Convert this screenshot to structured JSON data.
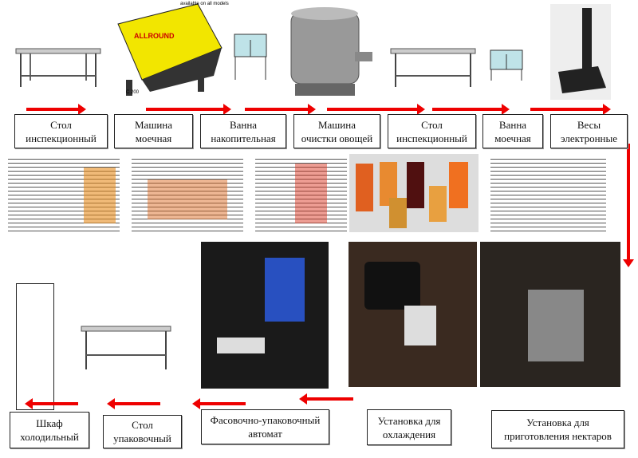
{
  "top_row": [
    {
      "label_line1": "Стол",
      "label_line2": "инспекционный"
    },
    {
      "label_line1": "Машина",
      "label_line2": "моечная"
    },
    {
      "label_line1": "Ванна",
      "label_line2": "накопительная"
    },
    {
      "label_line1": "Машина",
      "label_line2": "очистки овощей"
    },
    {
      "label_line1": "Стол",
      "label_line2": "инспекционный"
    },
    {
      "label_line1": "Ванна",
      "label_line2": "моечная"
    },
    {
      "label_line1": "Весы",
      "label_line2": "электронные"
    }
  ],
  "bottom_row": [
    {
      "label_line1": "Шкаф",
      "label_line2": "холодильный"
    },
    {
      "label_line1": "Стол",
      "label_line2": "упаковочный"
    },
    {
      "label_line1": "Фасовочно-упаковочный",
      "label_line2": "автомат"
    },
    {
      "label_line1": "Установка для",
      "label_line2": "охлаждения"
    },
    {
      "label_line1": "Установка для",
      "label_line2": "приготовления нектаров"
    }
  ],
  "machine_labels": {
    "banner": "available on all models",
    "brand": "ALLROUND",
    "model": "C 200"
  },
  "colors": {
    "arrow": "#ee0000",
    "box_border": "#222222"
  }
}
